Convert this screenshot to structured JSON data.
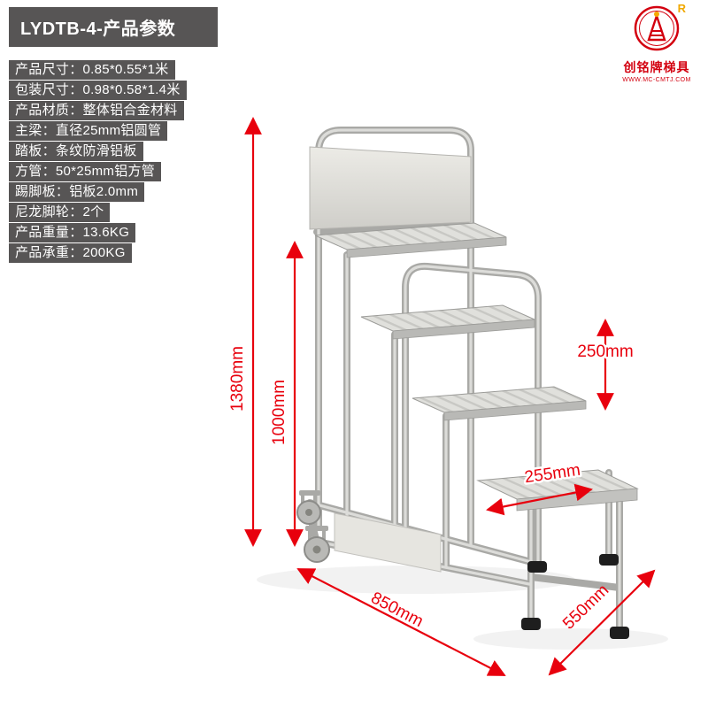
{
  "spec_panel": {
    "title": "LYDTB-4-产品参数",
    "items": [
      "产品尺寸：0.85*0.55*1米",
      "包装尺寸：0.98*0.58*1.4米",
      "产品材质：整体铝合金材料",
      "主梁：直径25mm铝圆管",
      "踏板：条纹防滑铝板",
      "方管：50*25mm铝方管",
      "踢脚板：铝板2.0mm",
      "尼龙脚轮：2个",
      "产品重量：13.6KG",
      "产品承重：200KG"
    ]
  },
  "logo": {
    "registered_mark": "R",
    "brand_name": "创铭牌梯具",
    "website": "WWW.MC-CMTJ.COM"
  },
  "dimensions": {
    "total_height": "1380mm",
    "platform_height": "1000mm",
    "step_rise": "250mm",
    "step_depth": "255mm",
    "base_length": "850mm",
    "base_width": "550mm"
  },
  "colors": {
    "spec_background": "#575555",
    "annotation_red": "#e8000d",
    "logo_red": "#d3000f",
    "registered_mark_yellow": "#f0a800",
    "aluminium_light": "#d9d9d6",
    "aluminium_dark": "#a9a9a6"
  }
}
